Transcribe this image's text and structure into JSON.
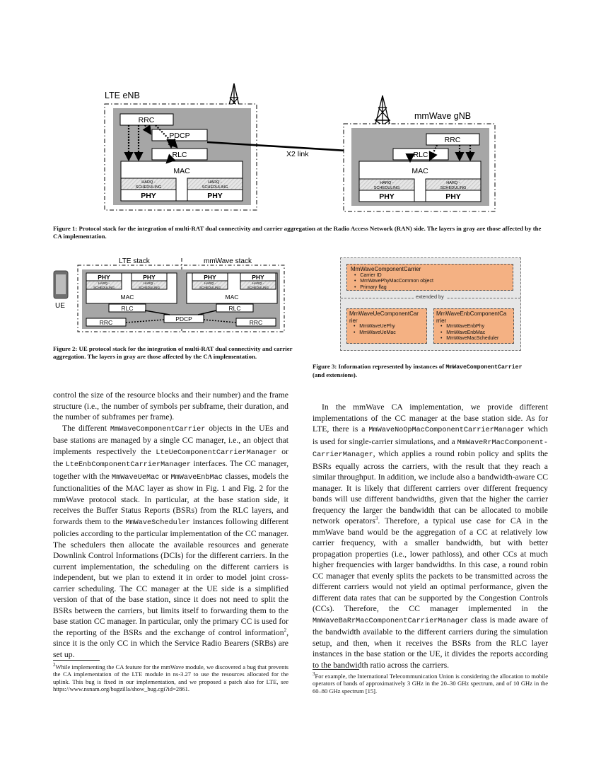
{
  "figure1": {
    "lte_enb_label": "LTE eNB",
    "mmwave_gnb_label": "mmWave gNB",
    "x2_label": "X2 link",
    "rrc": "RRC",
    "pdcp": "PDCP",
    "rlc": "RLC",
    "mac": "MAC",
    "harq_line1": "HARQ -",
    "harq_line2": "SCHEDULING",
    "phy": "PHY",
    "caption": "Figure 1: Protocol stack for the integration of multi-RAT dual connectivity and carrier aggregation at the Radio Access Network (RAN) side. The layers in gray are those affected by the CA implementation."
  },
  "figure2": {
    "lte_stack_label": "LTE stack",
    "mmwave_stack_label": "mmWave stack",
    "ue_label": "UE",
    "phy": "PHY",
    "harq_line1": "HARQ -",
    "harq_line2": "SCHEDULING",
    "mac": "MAC",
    "rlc": "RLC",
    "rrc": "RRC",
    "pdcp": "PDCP",
    "caption": "Figure 2: UE protocol stack for the integration of multi-RAT dual connectivity and carrier aggregation. The layers in gray are those affected by the CA implementation."
  },
  "figure3": {
    "base_title": "MmWaveComponentCarrier",
    "base_items": [
      "Carrier ID",
      "MmWavePhyMacCommon object",
      "Primary flag"
    ],
    "extended_by": "extended by",
    "ue_title_line1": "MmWaveUeComponentCar",
    "ue_title_line2": "rier",
    "ue_items": [
      "MmWaveUePhy",
      "MmWaveUeMac"
    ],
    "enb_title_line1": "MmWaveEnbComponentCa",
    "enb_title_line2": "rrier",
    "enb_items": [
      "MmWaveEnbPhy",
      "MmWaveEnbMac",
      "MmWaveMacScheduler"
    ],
    "caption_prefix": "Figure 3: Information represented by instances of ",
    "caption_code": "MmWaveComponentCarrier",
    "caption_suffix": "(and extensions)."
  },
  "left_column": {
    "p1": "control the size of the resource blocks and their number) and the frame structure (i.e., the number of symbols per subframe, their duration, and the number of subframes per frame).",
    "p2_a": "The different ",
    "p2_code1": "MmWaveComponentCarrier",
    "p2_b": " objects in the UEs and base stations are managed by a single CC manager, i.e., an object that implements respectively the ",
    "p2_code2": "LteUeComponentCarrierManager",
    "p2_c": " or the ",
    "p2_code3": "LteEnbComponentCarrierManager",
    "p2_d": " interfaces. The CC manager, together with the ",
    "p2_code4": "MmWaveUeMac",
    "p2_e": " or ",
    "p2_code5": "MmWaveEnbMac",
    "p2_f": " classes, models the functionalities of the MAC layer as show in Fig. 1 and Fig. 2 for the mmWave protocol stack. In particular, at the base station side, it receives the Buffer Status Reports (BSRs) from the RLC layers, and forwards them to the ",
    "p2_code6": "MmWaveScheduler",
    "p2_g": " instances following different policies according to the particular implementation of the CC manager. The schedulers then allocate the available resources and generate Downlink Control Informations (DCIs) for the different carriers. In the current implementation, the scheduling on the different carriers is independent, but we plan to extend it in order to model joint cross-carrier scheduling. The CC manager at the UE side is a simplified version of that of the base station, since it does not need to split the BSRs between the carriers, but limits itself to forwarding them to the base station CC manager. In particular, only the primary CC is used for the reporting of the BSRs and the exchange of control information",
    "p2_sup": "2",
    "p2_h": ", since it is the only CC in which the Service Radio Bearers (SRBs) are set up.",
    "footnote_num": "2",
    "footnote": "While implementing the CA feature for the mmWave module, we discovered a bug that prevents the CA implementation of the LTE module in ns-3.27 to use the resources allocated for the uplink. This bug is fixed in our implementation, and we proposed a patch also for LTE, see https://www.nsnam.org/bugzilla/show_bug.cgi?id=2861."
  },
  "right_column": {
    "p1_a": "In the mmWave CA implementation, we provide different implementations of the CC manager at the base station side. As for LTE, there is a ",
    "p1_code1": "MmWaveNoOpMacComponentCarrierManager",
    "p1_b": " which is used for single-carrier simulations, and a ",
    "p1_code2": "MmWaveRrMacComponent-CarrierManager",
    "p1_c": ", which applies a round robin policy and splits the BSRs equally across the carriers, with the result that they reach a similar throughput. In addition, we include also a bandwidth-aware CC manager. It is likely that different carriers over different frequency bands will use different bandwidths, given that the higher the carrier frequency the larger the bandwidth that can be allocated to mobile network operators",
    "p1_sup": "3",
    "p1_d": ". Therefore, a typical use case for CA in the mmWave band would be the aggregation of a CC at relatively low carrier frequency, with a smaller bandwidth, but with better propagation properties (i.e., lower pathloss), and other CCs at much higher frequencies with larger bandwidths. In this case, a round robin CC manager that evenly splits the packets to be transmitted across the different carriers would not yield an optimal performance, given the different data rates that can be supported by the Congestion Controls (CCs). Therefore, the CC manager implemented in the ",
    "p1_code3": "MmWaveBaRrMacComponentCarrierManager",
    "p1_e": " class is made aware of the bandwidth available to the different carriers during the simulation setup, and then, when it receives the BSRs from the RLC layer instances in the base station or the UE, it divides the reports according to the bandwidth ratio across the carriers.",
    "footnote_num": "3",
    "footnote": "For example, the International Telecommunication Union is considering the allocation to mobile operators of bands of approximatively 3 GHz in the 20–30 GHz spectrum, and of 10 GHz in the 60–80 GHz spectrum [15]."
  }
}
